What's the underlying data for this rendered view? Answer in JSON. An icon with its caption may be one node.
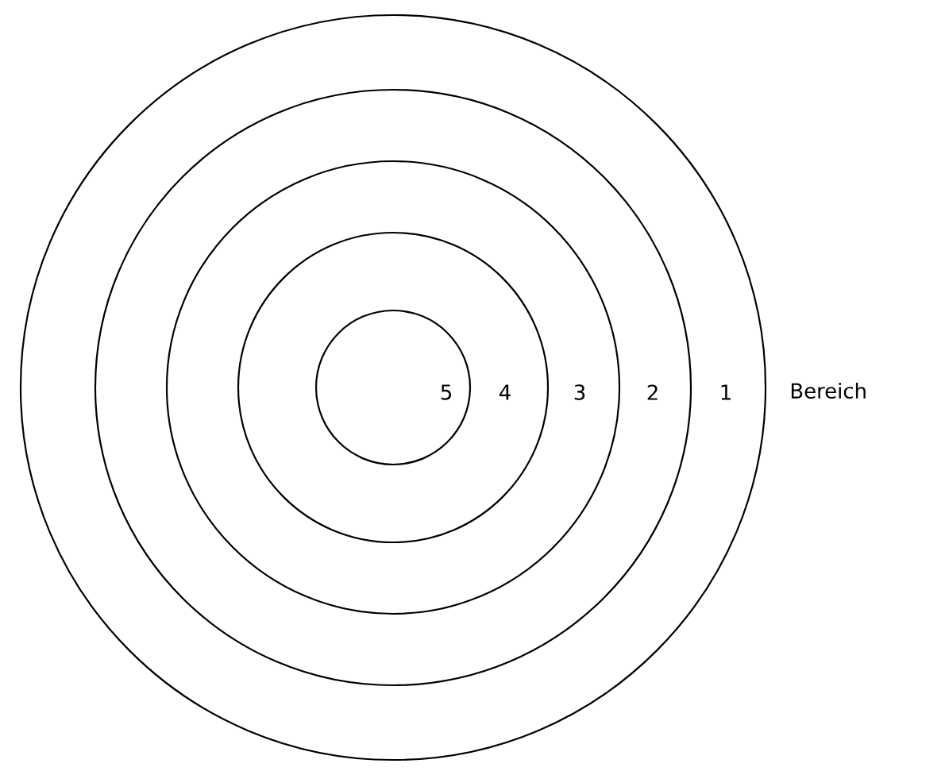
{
  "diagram": {
    "nodes": [
      {
        "text": [
          "1"
        ]
      },
      {
        "text": [
          "2"
        ],
        "in": 0
      },
      {
        "text": [
          "3"
        ],
        "in": 1
      },
      {
        "text": [
          "4"
        ],
        "in": 2
      },
      {
        "text": [
          "5"
        ],
        "in": 3
      }
    ],
    "labels": [
      "Bereich"
    ]
  }
}
